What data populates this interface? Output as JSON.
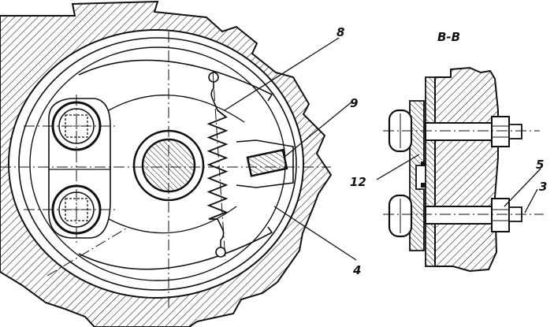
{
  "section_title": "B-B",
  "callouts": {
    "c8": "8",
    "c9": "9",
    "c12": "12",
    "c4": "4",
    "c5": "5",
    "c3": "3"
  },
  "colors": {
    "ink": "#111111",
    "paper": "#ffffff"
  }
}
